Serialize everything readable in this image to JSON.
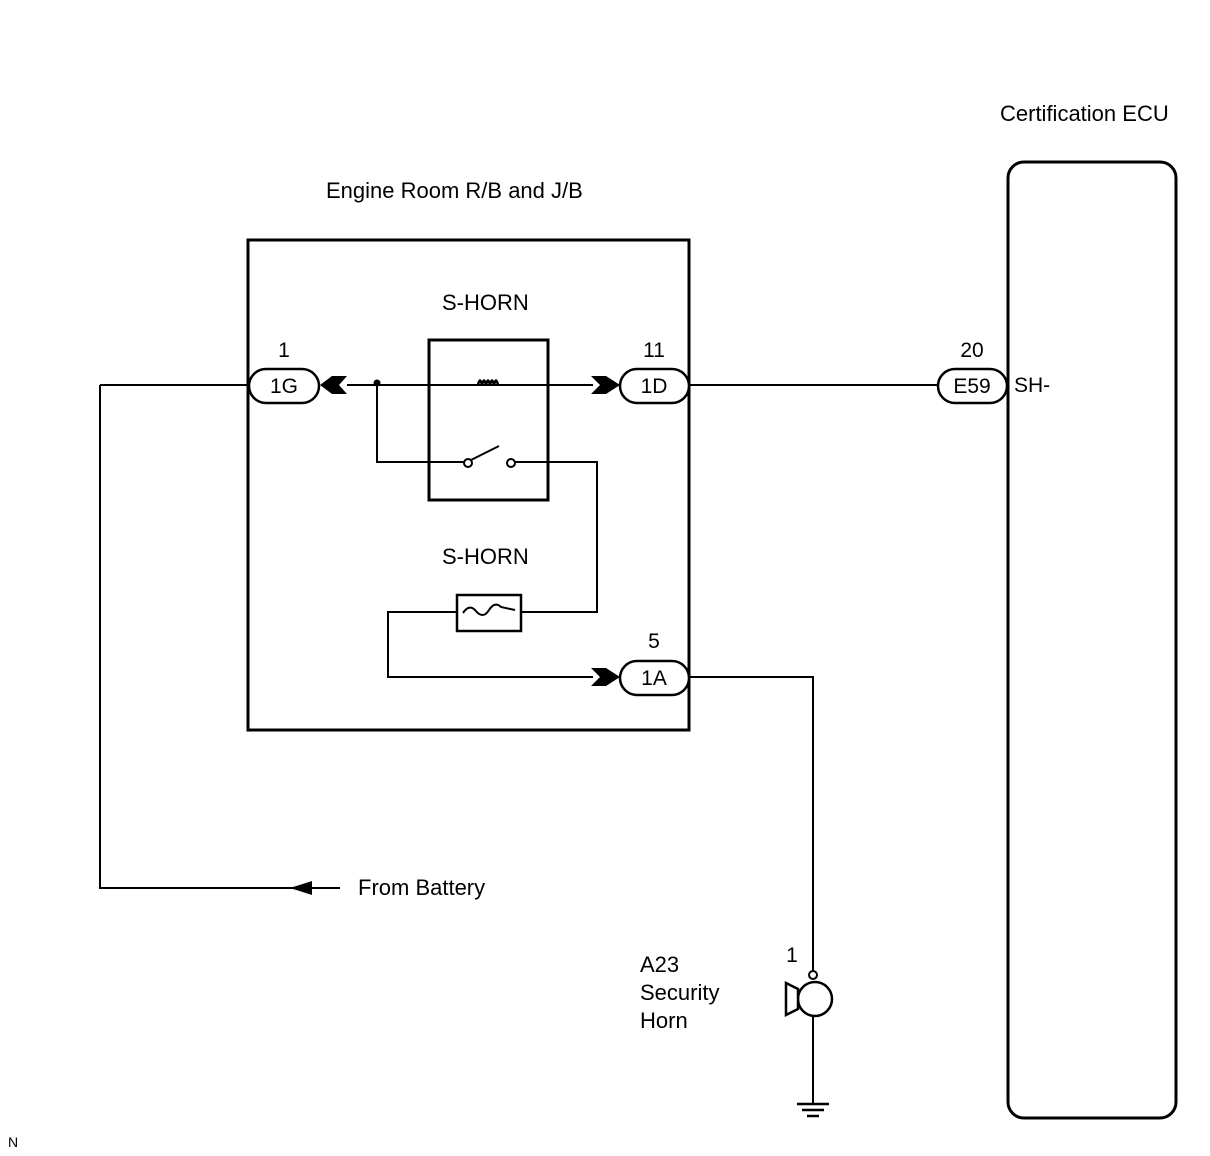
{
  "ecu": {
    "title": "Certification ECU"
  },
  "junction_block": {
    "title": "Engine Room R/B and J/B"
  },
  "relay": {
    "label": "S-HORN"
  },
  "fuse": {
    "label": "S-HORN"
  },
  "connectors": {
    "c1g": {
      "pin": "1",
      "name": "1G"
    },
    "c1d": {
      "pin": "11",
      "name": "1D"
    },
    "c1a": {
      "pin": "5",
      "name": "1A"
    },
    "e59": {
      "pin": "20",
      "name": "E59",
      "terminal": "SH-"
    }
  },
  "battery": {
    "label": "From Battery"
  },
  "horn": {
    "pin": "1",
    "label_line1": "A23",
    "label_line2": "Security",
    "label_line3": "Horn"
  },
  "footer": {
    "mark": "N"
  }
}
